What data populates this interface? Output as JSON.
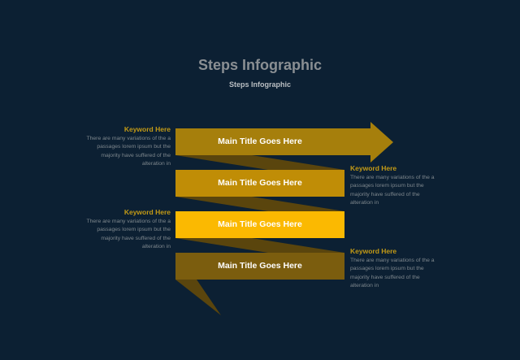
{
  "header": {
    "title": "Steps Infographic",
    "subtitle": "Steps Infographic"
  },
  "steps": [
    {
      "label": "Main Title Goes Here",
      "color": "#a67f0c"
    },
    {
      "label": "Main Title Goes Here",
      "color": "#c08d06"
    },
    {
      "label": "Main Title Goes Here",
      "color": "#fbb901"
    },
    {
      "label": "Main Title Goes Here",
      "color": "#7b5d0e"
    }
  ],
  "fold_color": "#5a450d",
  "notes": [
    {
      "keyword": "Keyword Here",
      "lines": [
        "There are many variations of the a",
        "passages lorem ipsum but the",
        "majority have suffered  of the",
        "alteration in"
      ]
    },
    {
      "keyword": "Keyword Here",
      "lines": [
        "There are many variations of the a",
        "passages lorem ipsum but the",
        "majority have suffered  of the",
        "alteration in"
      ]
    },
    {
      "keyword": "Keyword Here",
      "lines": [
        "There are many variations of the a",
        "passages lorem ipsum but the",
        "majority have suffered  of the",
        "alteration in"
      ]
    },
    {
      "keyword": "Keyword Here",
      "lines": [
        "There are many variations of the a",
        "passages lorem ipsum but the",
        "majority have suffered  of the",
        "alteration in"
      ]
    }
  ]
}
